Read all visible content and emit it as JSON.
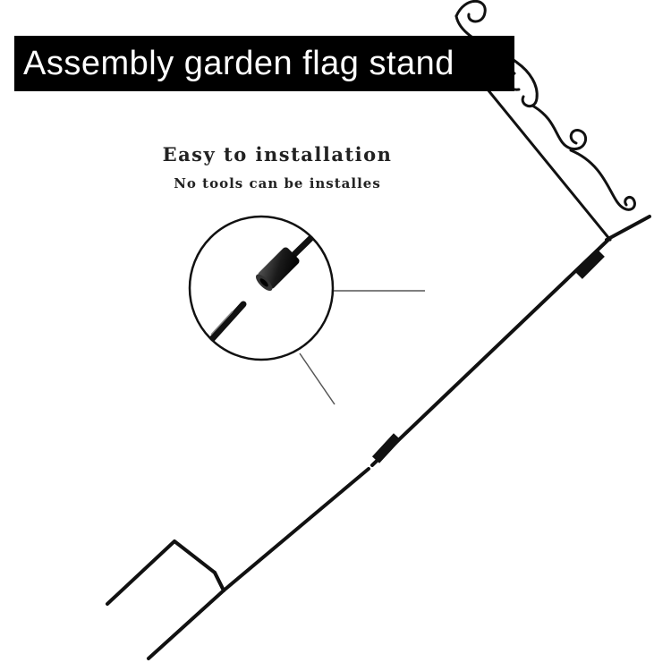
{
  "banner": {
    "title": "Assembly garden flag stand"
  },
  "caption": {
    "main": "Easy to installation",
    "sub": "No tools can be installes"
  },
  "colors": {
    "banner_background": "#000000",
    "banner_text": "#ffffff",
    "caption_text": "#222222",
    "stand_metal": "#111111"
  }
}
